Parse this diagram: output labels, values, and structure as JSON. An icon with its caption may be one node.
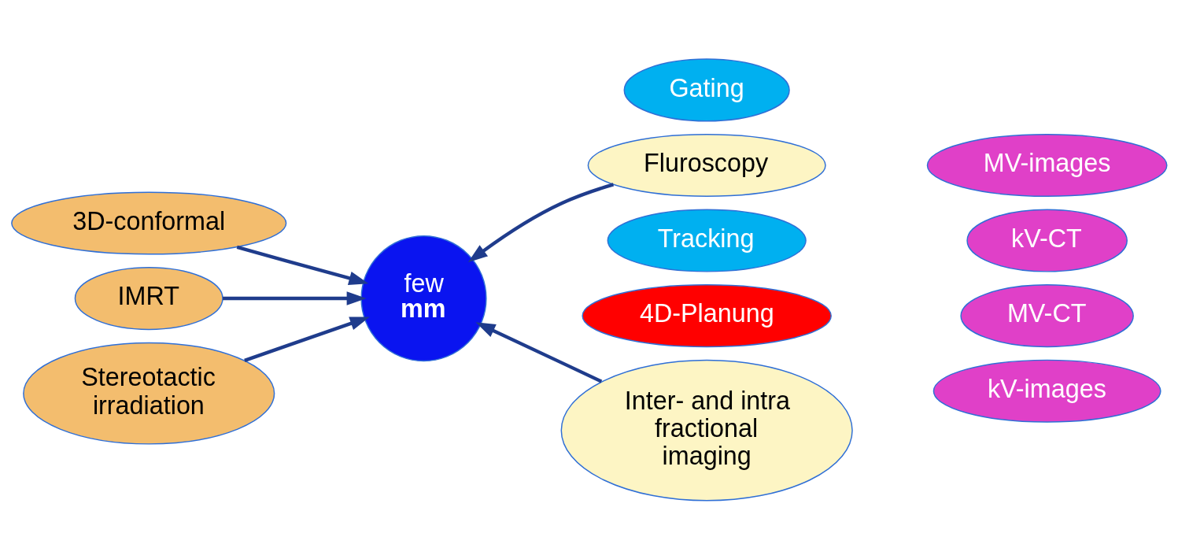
{
  "diagram": {
    "nodes": [
      {
        "text": [
          "3D-conformal"
        ]
      },
      {
        "text": [
          "IMRT"
        ]
      },
      {
        "text": [
          "Stereotactic irradiation"
        ]
      },
      {
        "text": [
          "few",
          "mm"
        ]
      },
      {
        "text": [
          "Gating"
        ]
      },
      {
        "text": [
          "Fluroscopy"
        ]
      },
      {
        "text": [
          "Tracking"
        ]
      },
      {
        "text": [
          "4D-Planung"
        ]
      },
      {
        "text": [
          "Inter- and intra fractional imaging"
        ]
      },
      {
        "text": [
          "MV-images"
        ]
      },
      {
        "text": [
          "kV-CT"
        ]
      },
      {
        "text": [
          "MV-CT"
        ]
      },
      {
        "text": [
          "kV-images"
        ]
      }
    ],
    "edges": [
      {
        "from": 0,
        "to": 3,
        "arrow": "to"
      },
      {
        "from": 1,
        "to": 3,
        "arrow": "to"
      },
      {
        "from": 2,
        "to": 3,
        "arrow": "to"
      },
      {
        "from": 5,
        "to": 3,
        "arrow": "to"
      },
      {
        "from": 8,
        "to": 3,
        "arrow": "to"
      }
    ]
  }
}
